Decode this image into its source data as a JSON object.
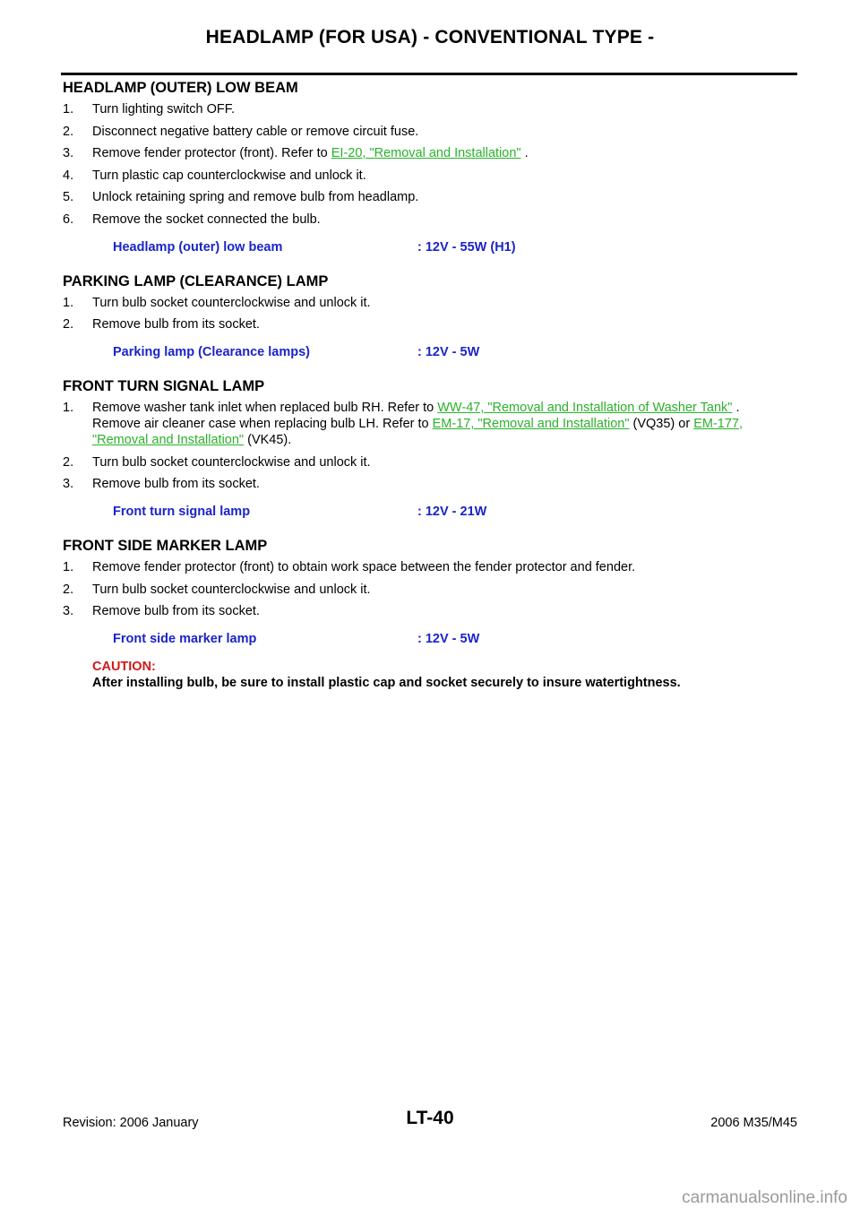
{
  "header": {
    "title": "HEADLAMP (FOR USA) - CONVENTIONAL TYPE -"
  },
  "sections": [
    {
      "heading": "HEADLAMP (OUTER) LOW BEAM",
      "steps": [
        {
          "num": "1.",
          "text": "Turn lighting switch OFF."
        },
        {
          "num": "2.",
          "text": "Disconnect negative battery cable or remove circuit fuse."
        },
        {
          "num": "3.",
          "text_before": "Remove fender protector (front). Refer to ",
          "link": "EI-20, \"Removal and Installation\"",
          "text_after": " ."
        },
        {
          "num": "4.",
          "text": "Turn plastic cap counterclockwise and unlock it."
        },
        {
          "num": "5.",
          "text": "Unlock retaining spring and remove bulb from headlamp."
        },
        {
          "num": "6.",
          "text": "Remove the socket connected the bulb."
        }
      ],
      "spec": {
        "name": "Headlamp (outer) low beam",
        "value": ": 12V - 55W (H1)"
      }
    },
    {
      "heading": "PARKING LAMP (CLEARANCE) LAMP",
      "steps": [
        {
          "num": "1.",
          "text": "Turn bulb socket counterclockwise and unlock it."
        },
        {
          "num": "2.",
          "text": "Remove bulb from its socket."
        }
      ],
      "spec": {
        "name": "Parking lamp (Clearance lamps)",
        "value": ": 12V - 5W"
      }
    },
    {
      "heading": "FRONT TURN SIGNAL LAMP",
      "steps": [
        {
          "num": "1.",
          "line1_before": "Remove washer tank inlet when replaced bulb RH. Refer to ",
          "line1_link": "WW-47, \"Removal and Installation of Washer Tank\"",
          "line1_after": " .",
          "line2_before": "Remove air cleaner case when replacing bulb LH. Refer to ",
          "line2_link1": "EM-17, \"Removal and Installation\"",
          "line2_mid": "  (VQ35) or ",
          "line2_link2": "EM-177, \"Removal and Installation\"",
          "line2_after": "  (VK45)."
        },
        {
          "num": "2.",
          "text": "Turn bulb socket counterclockwise and unlock it."
        },
        {
          "num": "3.",
          "text": "Remove bulb from its socket."
        }
      ],
      "spec": {
        "name": "Front turn signal lamp",
        "value": ": 12V - 21W"
      }
    },
    {
      "heading": "FRONT SIDE MARKER LAMP",
      "steps": [
        {
          "num": "1.",
          "text": "Remove fender protector (front) to obtain work space between the fender protector and fender."
        },
        {
          "num": "2.",
          "text": "Turn bulb socket counterclockwise and unlock it."
        },
        {
          "num": "3.",
          "text": "Remove bulb from its socket."
        }
      ],
      "spec": {
        "name": "Front side marker lamp",
        "value": ": 12V - 5W"
      }
    }
  ],
  "caution": {
    "label": "CAUTION:",
    "text": "After installing bulb, be sure to install plastic cap and socket securely to insure watertightness."
  },
  "footer": {
    "page": "LT-40",
    "revision": "Revision: 2006 January",
    "model": "2006 M35/M45",
    "watermark": "carmanualsonline.info"
  },
  "colors": {
    "link": "#2ab22a",
    "spec": "#1a24c8",
    "caution": "#d01818"
  }
}
